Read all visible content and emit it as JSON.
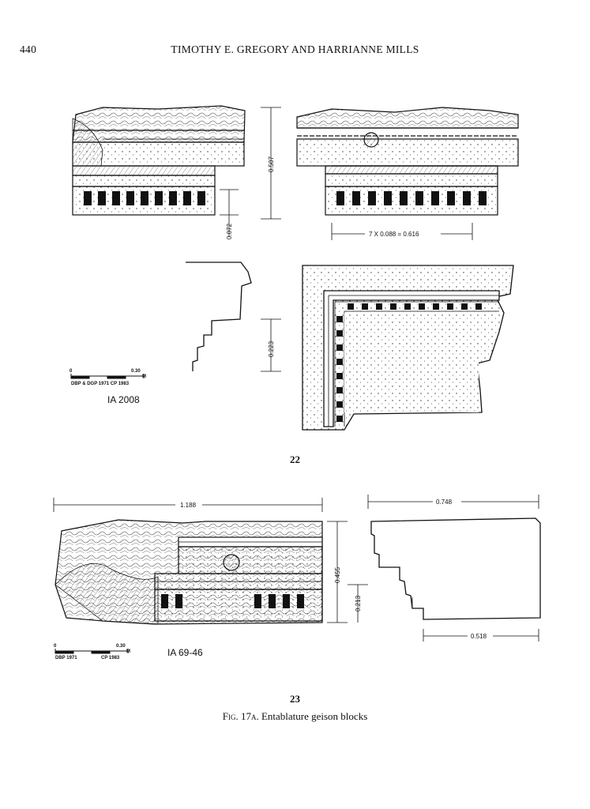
{
  "header": {
    "page_number": "440",
    "running_title": "TIMOTHY E. GREGORY AND HARRIANNE MILLS"
  },
  "figure22": {
    "number": "22",
    "dimensions": {
      "height_total": "0.507",
      "dentil_height": "0.072",
      "dentil_spacing": "7 X 0.088 = 0.616",
      "profile_lower": "0.223"
    },
    "scale": {
      "zero": "0",
      "max": "0.30",
      "unit": "M",
      "credit": "DBP & DGP 1971 CP 1983"
    },
    "catalogue": "IA 2008"
  },
  "figure23": {
    "number": "23",
    "dimensions": {
      "length": "1.188",
      "height": "0.455",
      "lower_height": "0.213",
      "depth_top": "0.748",
      "depth_bottom": "0.518"
    },
    "scale": {
      "zero": "0",
      "max": "0.30",
      "unit": "M",
      "credit_left": "DBP 1971",
      "credit_right": "CP 1983"
    },
    "catalogue": "IA 69-46"
  },
  "caption": {
    "prefix": "Fig. 17a.",
    "text": "Entablature geison blocks"
  }
}
